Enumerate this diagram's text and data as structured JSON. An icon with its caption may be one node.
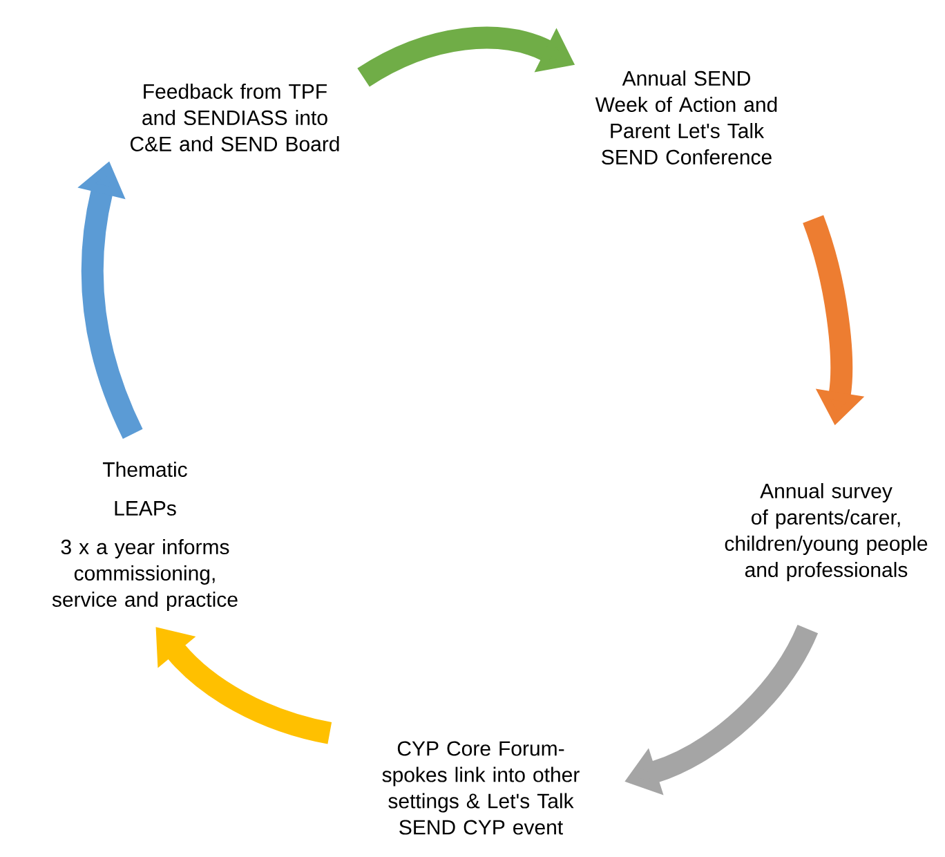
{
  "diagram": {
    "nodes": [
      {
        "text": [
          "Feedback from TPF and SENDIASS into C&E and SEND Board"
        ]
      },
      {
        "text": [
          "Annual SEND Week of Action and Parent Let's Talk SEND Conference"
        ]
      },
      {
        "text": [
          "Annual survey of parents/carer, children/young people and professionals"
        ]
      },
      {
        "text": [
          "CYP Core Forum- spokes link into other settings & Let's Talk SEND CYP event"
        ]
      },
      {
        "text": [
          "Thematic",
          "LEAPs",
          "3 x a year informs commissioning, service and practice"
        ]
      }
    ],
    "edges": [
      {
        "from": 0,
        "to": 1,
        "arrow": "to",
        "color": "#70ad47"
      },
      {
        "from": 1,
        "to": 2,
        "arrow": "to",
        "color": "#ed7d31"
      },
      {
        "from": 2,
        "to": 3,
        "arrow": "to",
        "color": "#a5a5a5"
      },
      {
        "from": 3,
        "to": 4,
        "arrow": "to",
        "color": "#ffc000"
      },
      {
        "from": 4,
        "to": 0,
        "arrow": "to",
        "color": "#5b9bd5"
      }
    ]
  }
}
